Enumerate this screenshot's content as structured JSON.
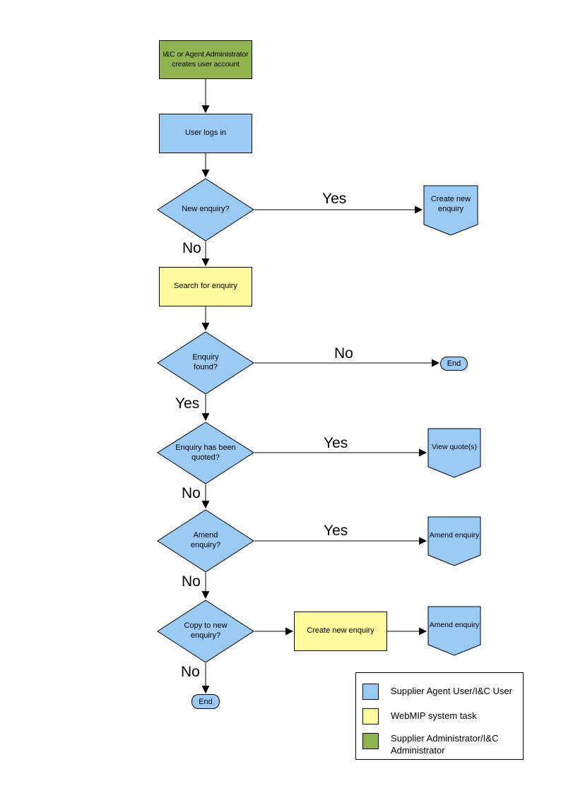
{
  "colors": {
    "actor_user": "#9BCAF5",
    "system_task": "#FDFB9E",
    "administrator": "#90B450",
    "stroke": "#000000"
  },
  "flowchart": {
    "nodes": {
      "admin_creates_account": "I&C or Agent Administrator creates user account",
      "user_logs_in": "User logs in",
      "new_enquiry_decision": "New enquiry?",
      "create_new_enquiry_terminal": "Create new enquiry",
      "search_for_enquiry": "Search for enquiry",
      "enquiry_found_decision": "Enquiry found?",
      "end_top": "End",
      "enquiry_quoted_decision": "Enquiry has been quoted?",
      "view_quotes_terminal": "View quote(s)",
      "amend_enquiry_decision": "Amend enquiry?",
      "amend_enquiry_terminal_1": "Amend enquiry",
      "copy_to_new_decision": "Copy to new enquiry?",
      "create_new_enquiry_task": "Create new enquiry",
      "amend_enquiry_terminal_2": "Amend enquiry",
      "end_bottom": "End"
    },
    "edge_labels": {
      "new_enquiry_yes": "Yes",
      "new_enquiry_no": "No",
      "enquiry_found_no": "No",
      "enquiry_found_yes": "Yes",
      "enquiry_quoted_yes": "Yes",
      "enquiry_quoted_no": "No",
      "amend_enquiry_yes": "Yes",
      "amend_enquiry_no": "No",
      "copy_to_new_no": "No"
    }
  },
  "legend": {
    "items": [
      {
        "label": "Supplier Agent User/I&C User",
        "color": "#9BCAF5"
      },
      {
        "label": "WebMIP system task",
        "color": "#FDFB9E"
      },
      {
        "label": "Supplier Administrator/I&C Administrator",
        "color": "#90B450"
      }
    ]
  }
}
